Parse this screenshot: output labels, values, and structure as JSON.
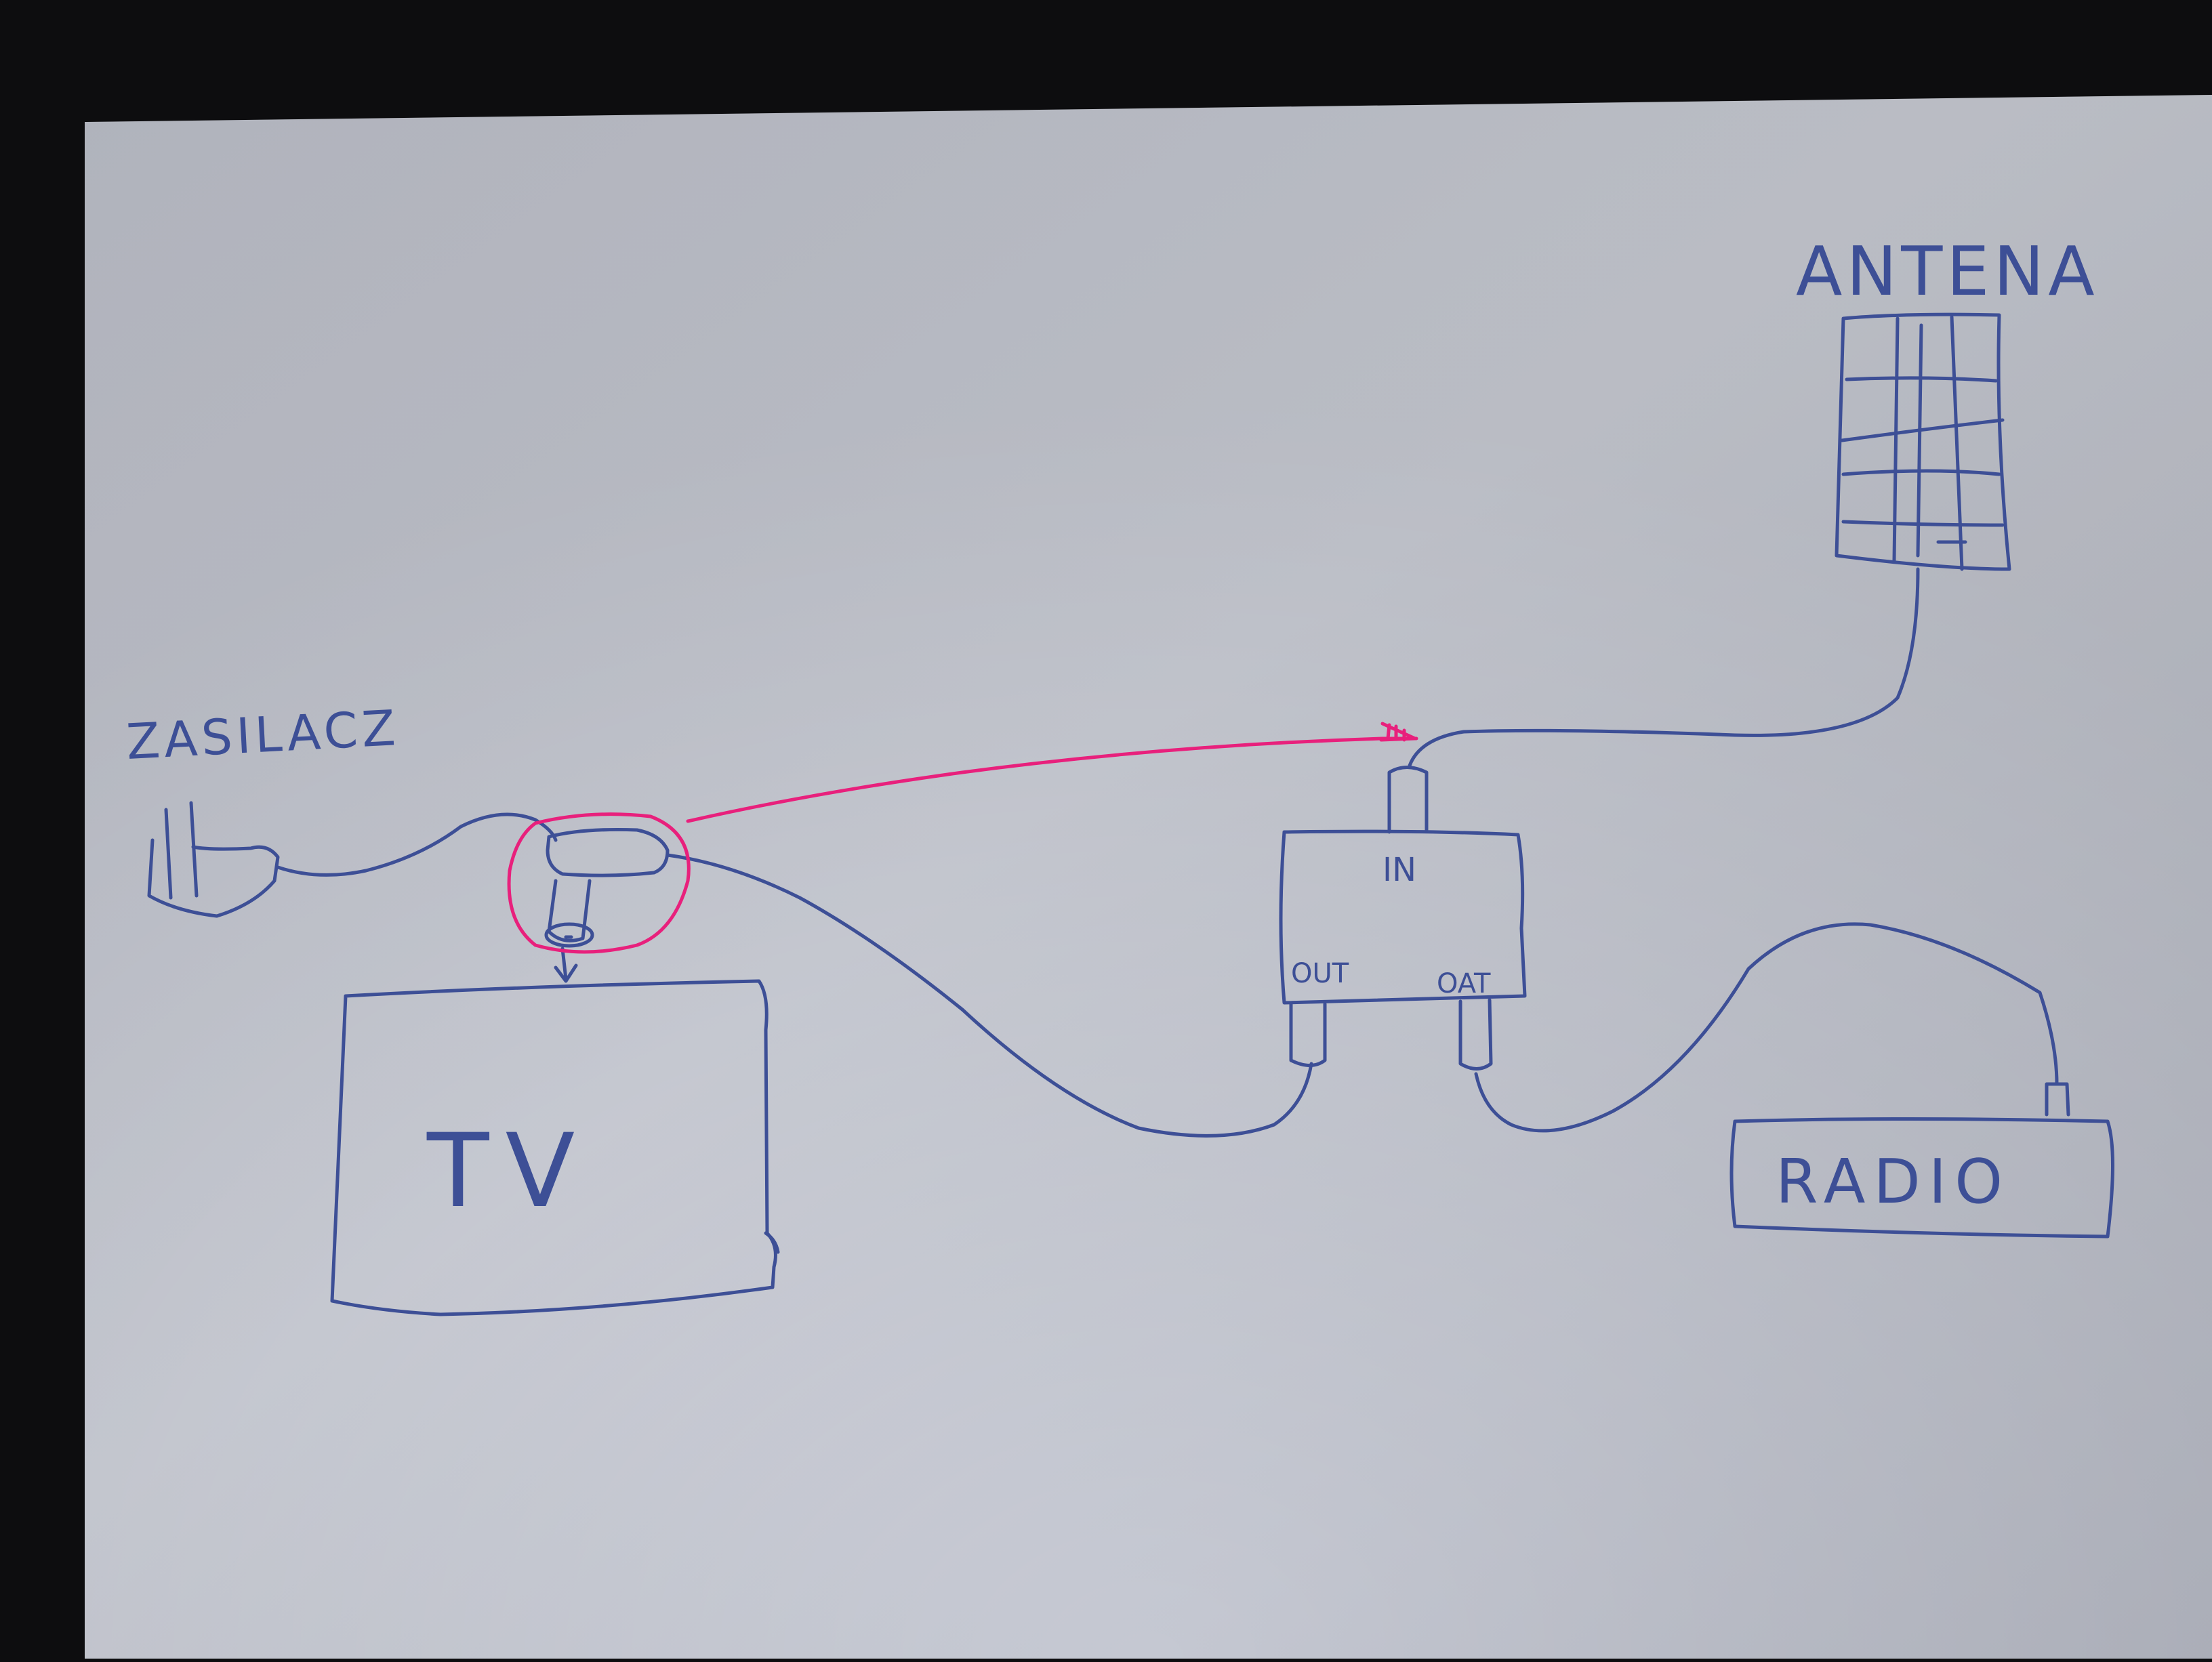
{
  "labels": {
    "power_supply": "ZASILACZ",
    "antenna": "ANTENA",
    "tv": "TV",
    "radio": "RADIO",
    "splitter_in": "IN",
    "splitter_out_left": "OUT",
    "splitter_out_right": "OAT"
  },
  "colors": {
    "pen_ink": "#3d4f96",
    "highlight_ink": "#e8207c",
    "paper": "#c9ccd6",
    "background": "#0d0d0f"
  }
}
